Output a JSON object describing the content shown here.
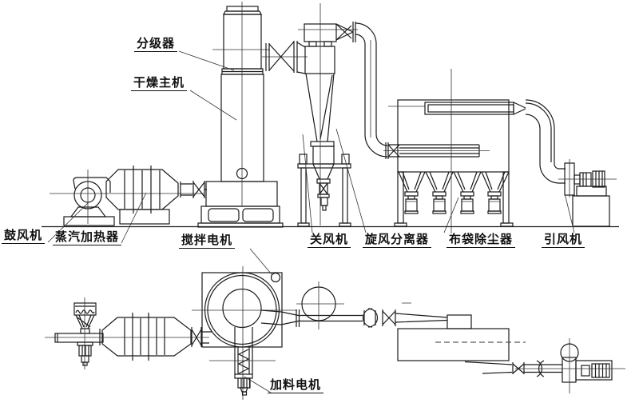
{
  "diagram": {
    "type": "equipment-flow-diagram",
    "views": {
      "top": "elevation",
      "bottom": "plan"
    },
    "background": "#ffffff",
    "line_color": "#1a1a1a",
    "labels": {
      "classifier": "分级器",
      "dryer_main": "干燥主机",
      "blower": "鼓风机",
      "steam_heater": "蒸汽加热器",
      "agitator_motor": "搅拌电机",
      "air_lock": "关风机",
      "cyclone_separator": "旋风分离器",
      "bag_filter": "布袋除尘器",
      "induced_draft_fan": "引风机",
      "feeder_motor": "加料电机"
    }
  }
}
